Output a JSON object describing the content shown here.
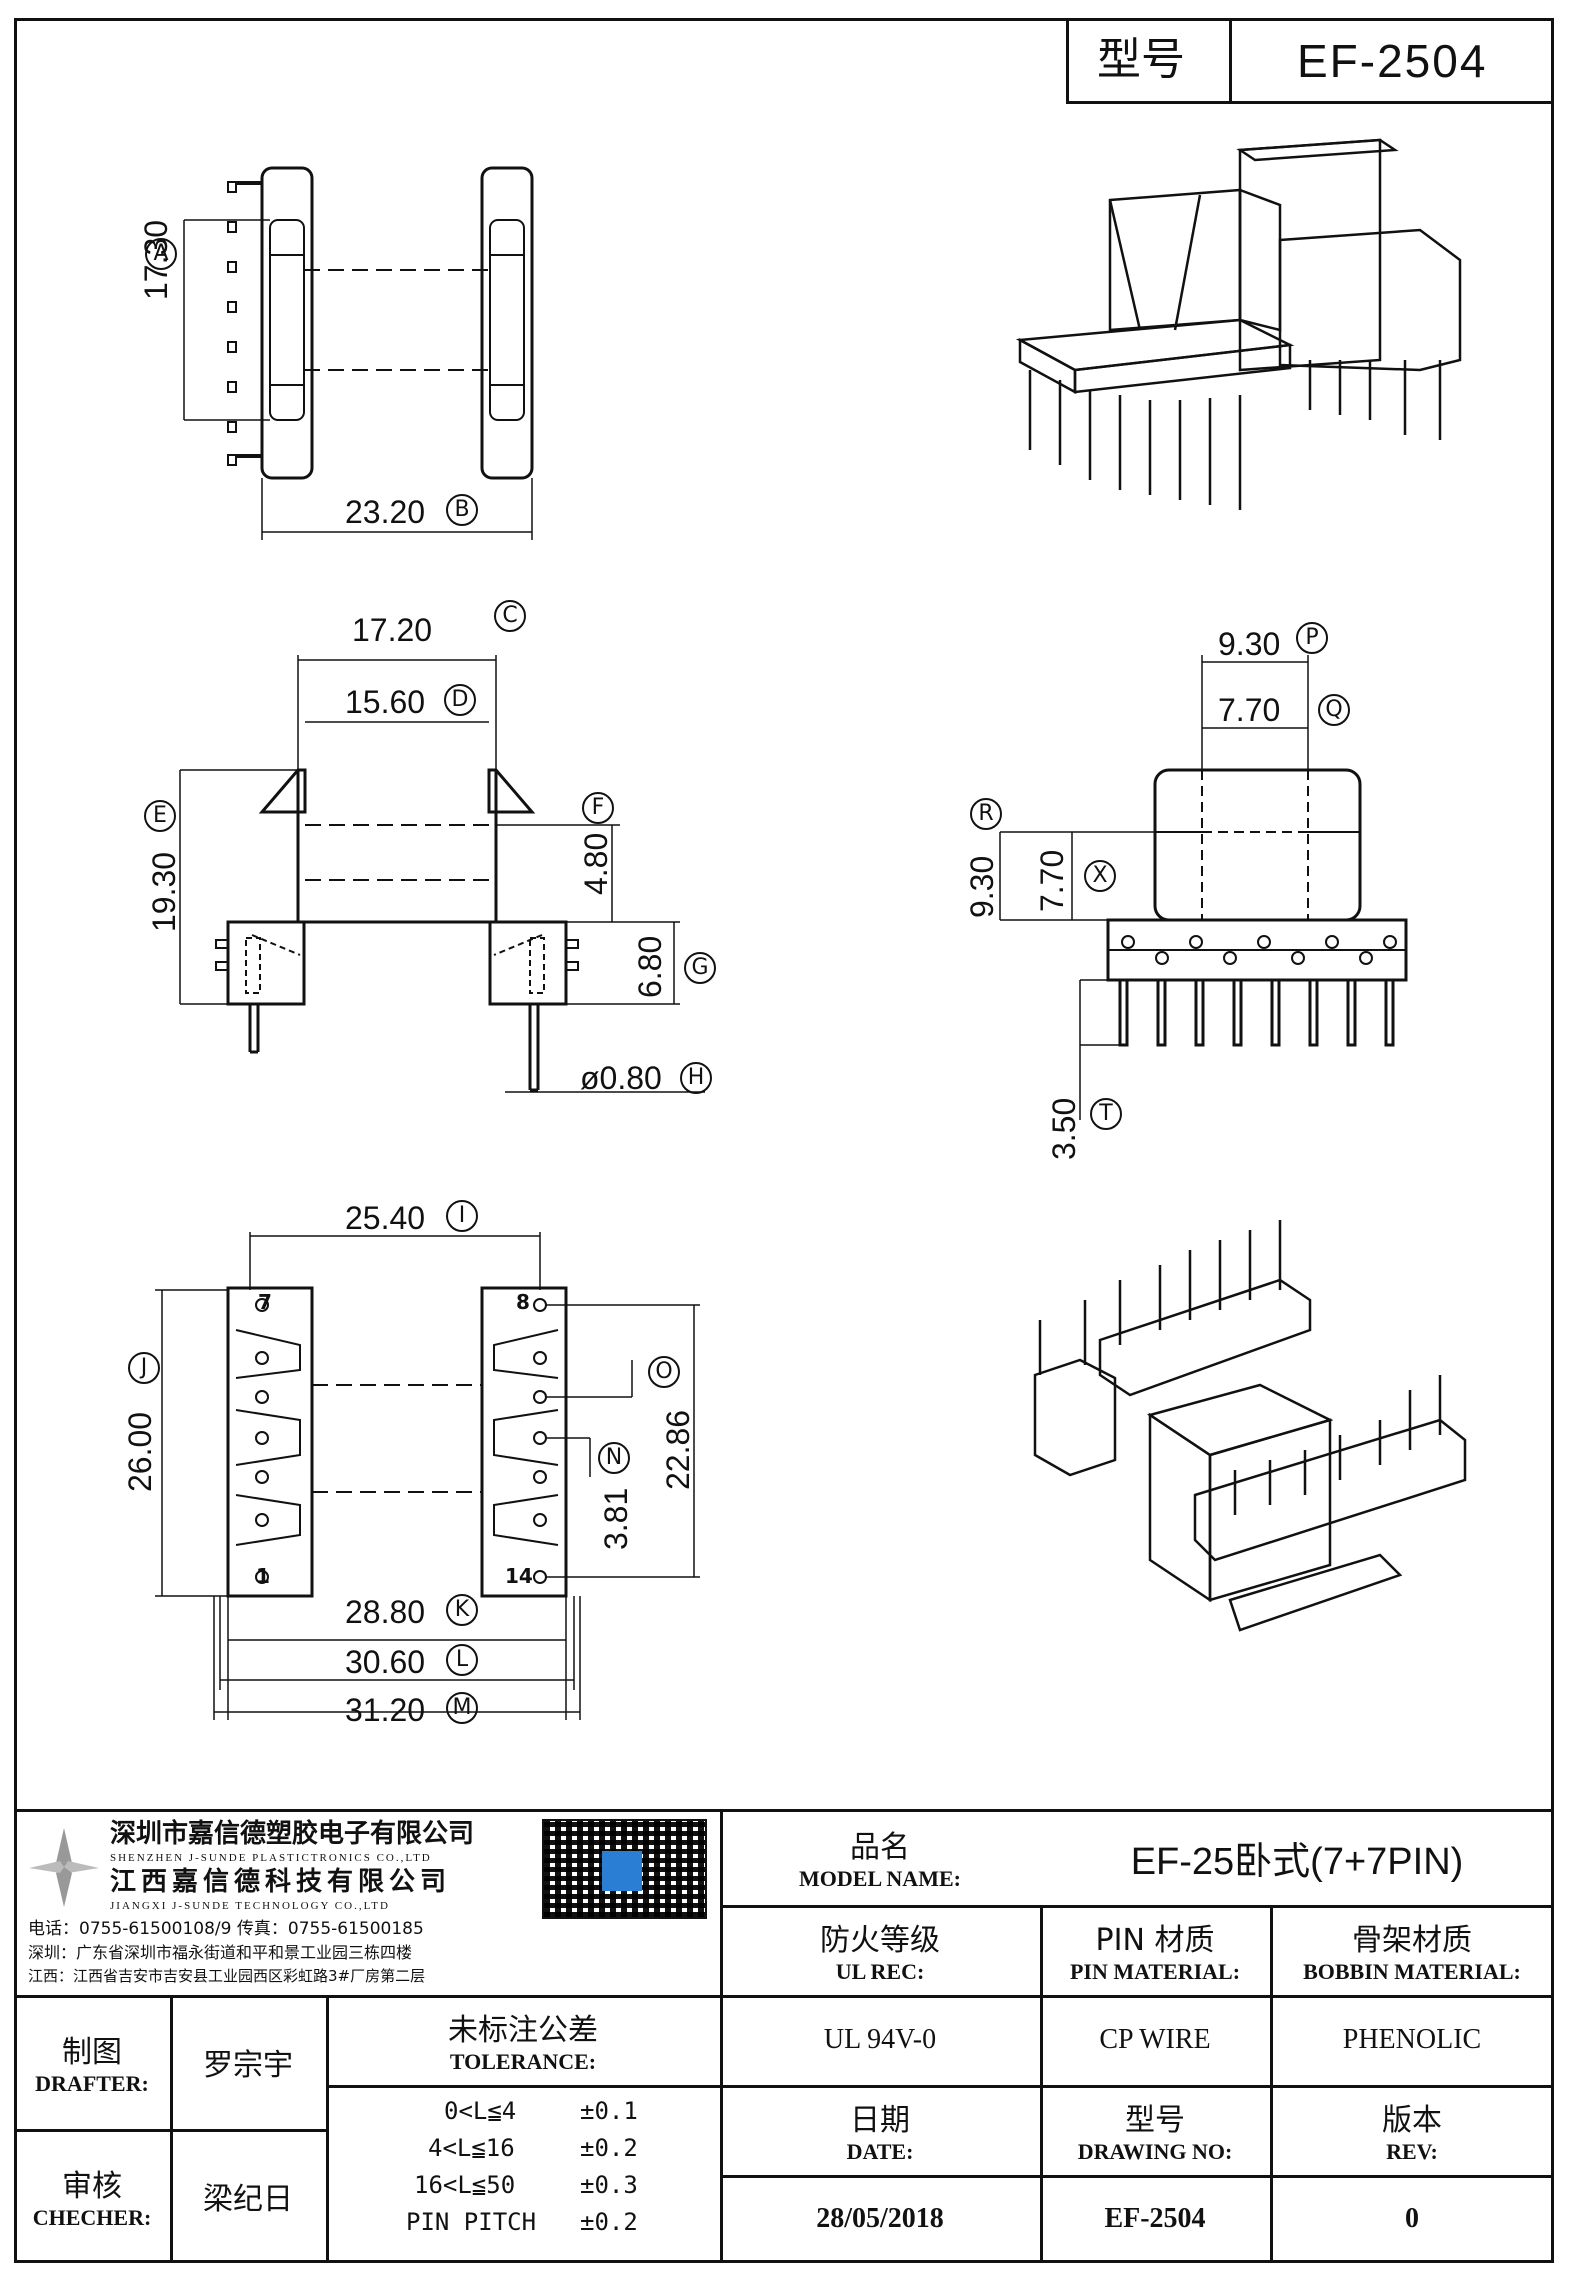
{
  "header": {
    "model_label": "型号",
    "model_value": "EF-2504"
  },
  "dims": {
    "top_view": {
      "A_value": "17.30",
      "A_tag": "A",
      "B_value": "23.20",
      "B_tag": "B"
    },
    "front_view": {
      "C_value": "17.20",
      "C_tag": "C",
      "D_value": "15.60",
      "D_tag": "D",
      "E_value": "19.30",
      "E_tag": "E",
      "F_value": "4.80",
      "F_tag": "F",
      "G_value": "6.80",
      "G_tag": "G",
      "H_value": "ø0.80",
      "H_tag": "H"
    },
    "side_view": {
      "P_value": "9.30",
      "P_tag": "P",
      "Q_value": "7.70",
      "Q_tag": "Q",
      "R_value": "9.30",
      "R_tag": "R",
      "X_value": "7.70",
      "X_tag": "X",
      "T_value": "3.50",
      "T_tag": "T"
    },
    "bottom_view": {
      "I_value": "25.40",
      "I_tag": "I",
      "J_value": "26.00",
      "J_tag": "J",
      "O_tag": "O",
      "O_value": "22.86",
      "N_tag": "N",
      "N_value": "3.81",
      "K_value": "28.80",
      "K_tag": "K",
      "L_value": "30.60",
      "L_tag": "L",
      "M_value": "31.20",
      "M_tag": "M",
      "pin_7": "7",
      "pin_8": "8",
      "pin_1": "1",
      "pin_14": "14"
    }
  },
  "company": {
    "name_cn": "深圳市嘉信德塑胶电子有限公司",
    "name_en": "SHENZHEN J-SUNDE PLASTICTRONICS CO.,LTD",
    "name2_cn": "江西嘉信德科技有限公司",
    "name2_en": "JIANGXI J-SUNDE TECHNOLOGY CO.,LTD",
    "phone_line": "电话：0755-61500108/9      传真：0755-61500185",
    "addr_sz": "深圳：广东省深圳市福永街道和平和景工业园三栋四楼",
    "addr_jx": "江西：江西省吉安市吉安县工业园西区彩虹路3#厂房第二层"
  },
  "title_block": {
    "model_name_cn": "品名",
    "model_name_en": "MODEL NAME:",
    "model_name_value": "EF-25卧式(7+7PIN)",
    "ul_cn": "防火等级",
    "ul_en": "UL REC:",
    "ul_value": "UL 94V-0",
    "pin_cn": "PIN 材质",
    "pin_en": "PIN MATERIAL:",
    "pin_value": "CP WIRE",
    "bobbin_cn": "骨架材质",
    "bobbin_en": "BOBBIN MATERIAL:",
    "bobbin_value": "PHENOLIC",
    "drafter_cn": "制图",
    "drafter_en": "DRAFTER:",
    "drafter_value": "罗宗宇",
    "checker_cn": "审核",
    "checker_en": "CHECHER:",
    "checker_value": "梁纪日",
    "tolerance_cn": "未标注公差",
    "tolerance_en": "TOLERANCE:",
    "tolerances": [
      {
        "range": "0<L≦4",
        "value": "±0.1"
      },
      {
        "range": "4<L≦16",
        "value": "±0.2"
      },
      {
        "range": "16<L≦50",
        "value": "±0.3"
      },
      {
        "range": "PIN PITCH",
        "value": "±0.2"
      }
    ],
    "date_cn": "日期",
    "date_en": "DATE:",
    "date_value": "28/05/2018",
    "drawing_cn": "型号",
    "drawing_en": "DRAWING NO:",
    "drawing_value": "EF-2504",
    "rev_cn": "版本",
    "rev_en": "REV:",
    "rev_value": "0"
  }
}
